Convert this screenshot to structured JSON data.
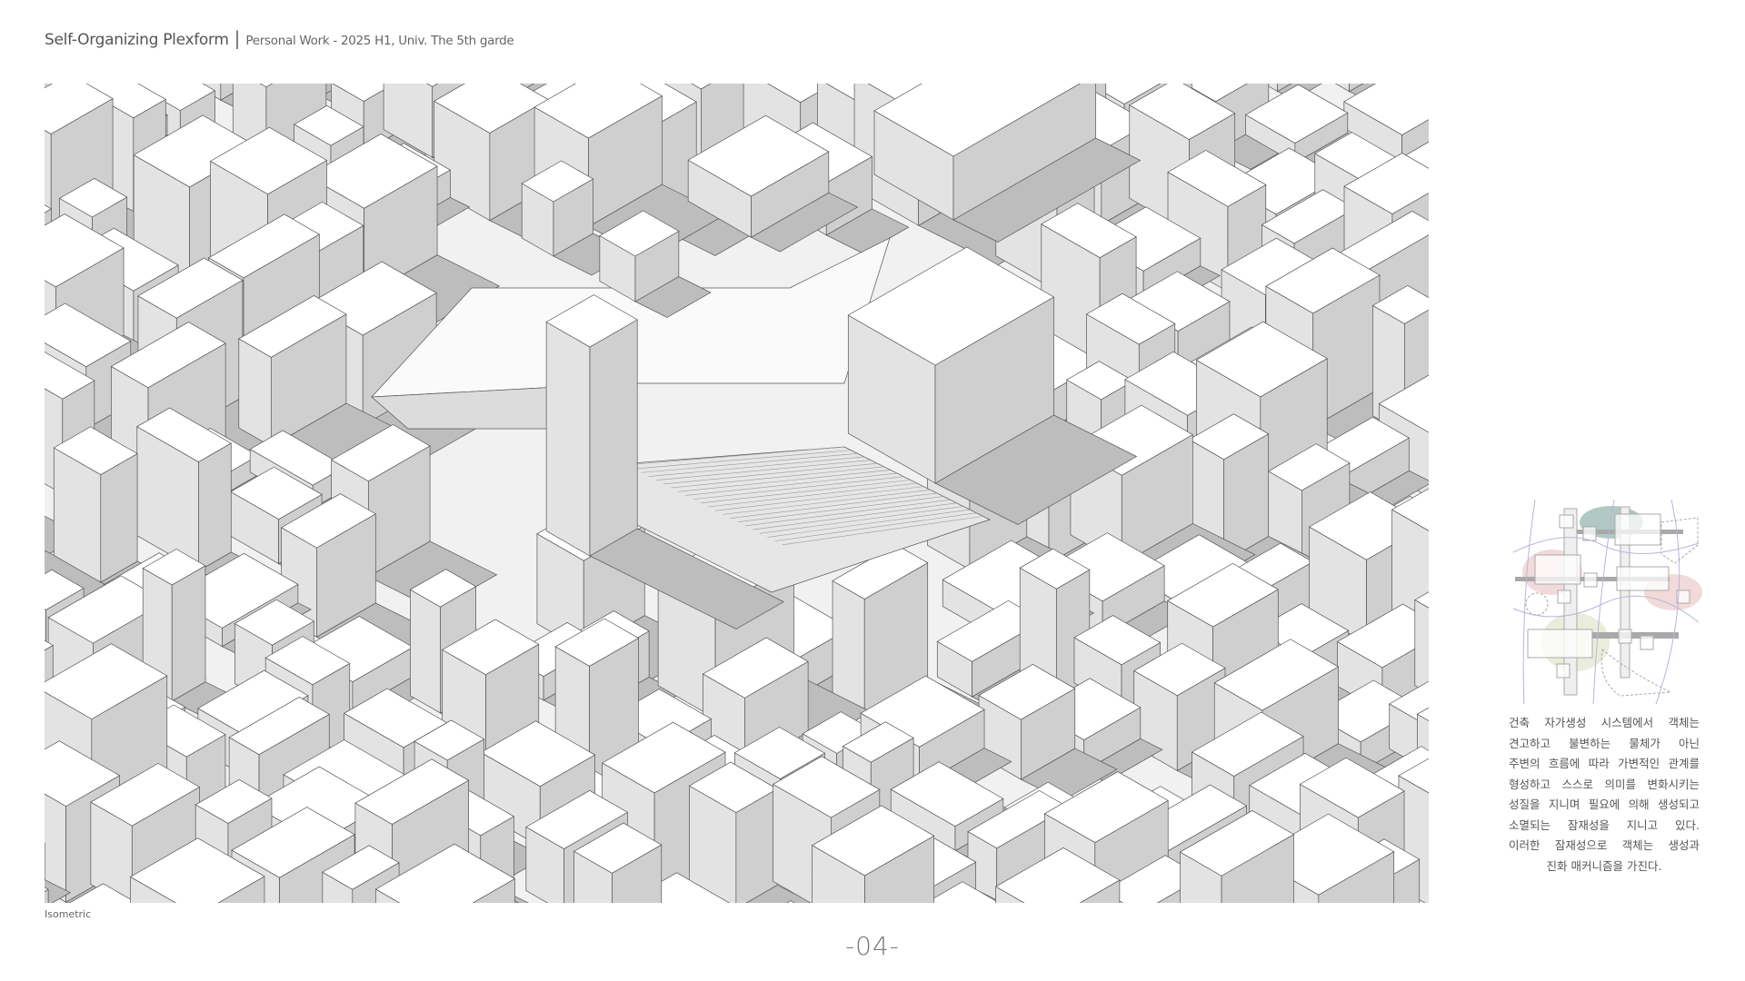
{
  "header": {
    "title": "Self-Organizing Plexform",
    "separator": "|",
    "subtitle": "Personal Work - 2025 H1, Univ. The 5th garde"
  },
  "drawing": {
    "caption": "Isometric",
    "colors": {
      "background": "#f1f1f1",
      "roof": "#ffffff",
      "left": "#e3e3e3",
      "right": "#cfcfcf",
      "line": "#555555",
      "shadow": "#bdbdbd"
    }
  },
  "diagram": {
    "colors": {
      "teal": "#7fa39c",
      "red": "#e8c2c0",
      "green": "#dfe6cc",
      "bar": "#a9a9a9",
      "arrow": "#b8b6d8"
    }
  },
  "description": {
    "lines": [
      "건축 자가생성 시스템에서 객체는",
      "견고하고 불변하는 물체가 아닌",
      "주변의 흐름에 따라 가변적인 관계를",
      "형성하고 스스로 의미를 변화시키는",
      "성질을 지니며 필요에 의해 생성되고",
      "소멸되는 잠재성을 지니고 있다.",
      "이러한 잠재성으로 객체는 생성과",
      "진화 매커니즘을 가진다."
    ]
  },
  "footer": {
    "page_number": "-04-"
  }
}
